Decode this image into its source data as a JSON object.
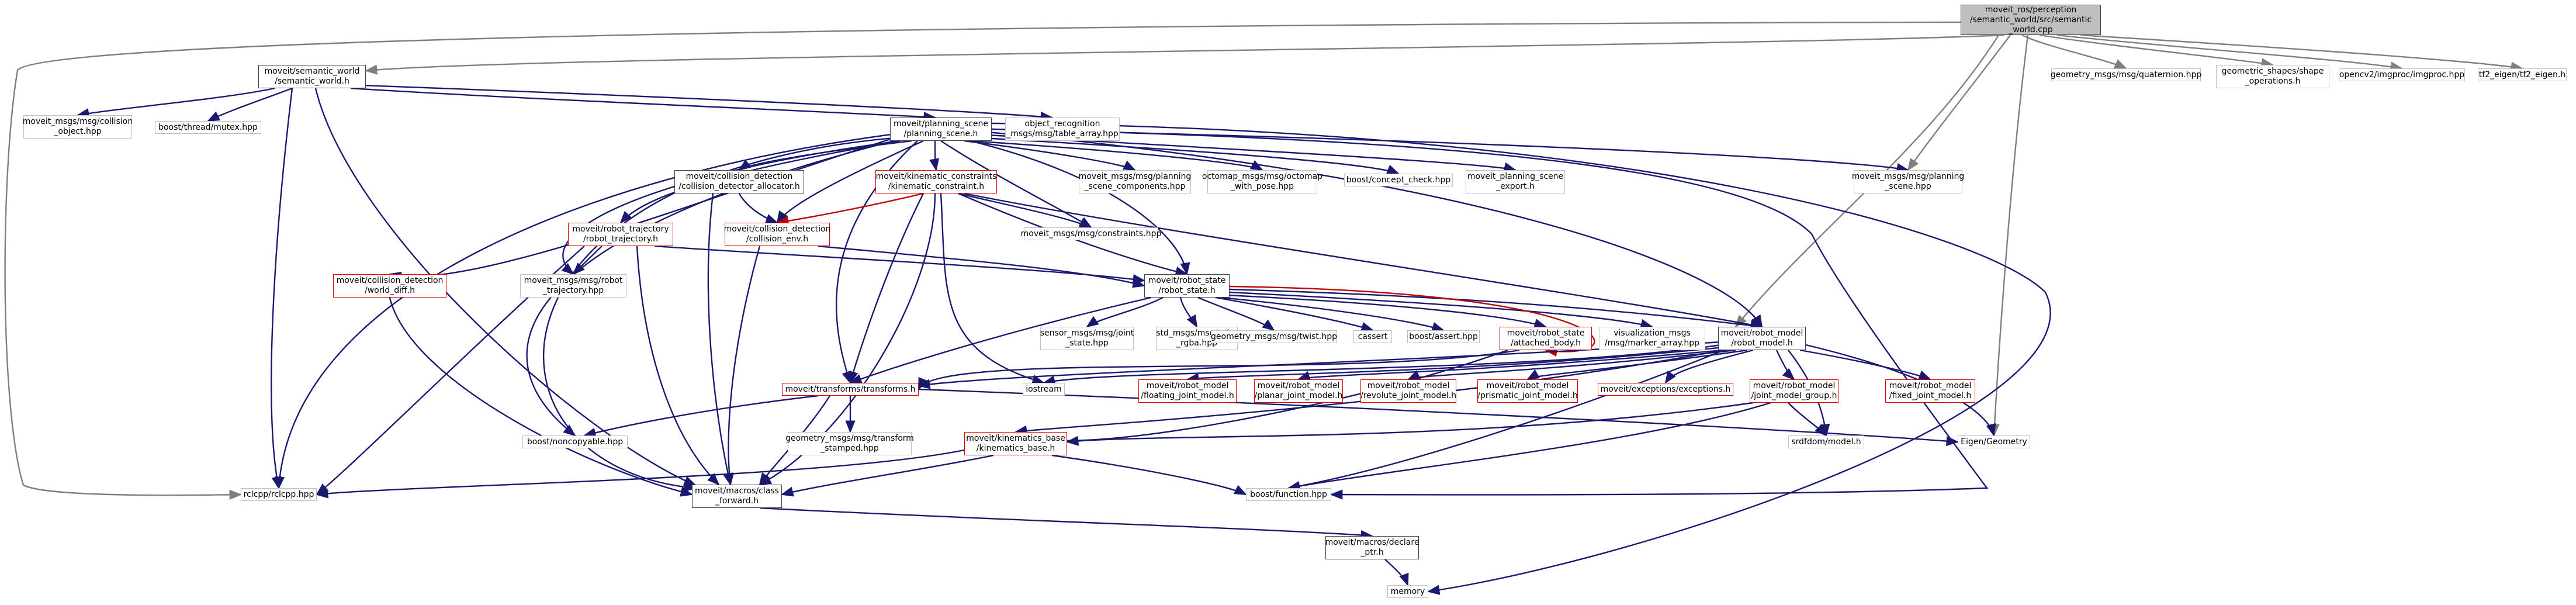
{
  "colors": {
    "edge_dependency": "#191970",
    "edge_root_gray": "#7f7f7f",
    "edge_red": "#c00000",
    "node_border_gray": "#bfbfbf",
    "node_border_red": "#e00000",
    "node_border_black": "#404040",
    "root_fill": "#bfbfbf"
  },
  "nodes": {
    "n0": "moveit_ros/perception\n/semantic_world/src/semantic\n_world.cpp",
    "n1": "moveit/semantic_world\n/semantic_world.h",
    "n2": "moveit_msgs/msg/collision\n_object.hpp",
    "n3": "boost/thread/mutex.hpp",
    "n4": "moveit/planning_scene\n/planning_scene.h",
    "n5": "object_recognition\n_msgs/msg/table_array.hpp",
    "n6": "geometry_msgs/msg/quaternion.hpp",
    "n7": "geometric_shapes/shape\n_operations.h",
    "n8": "opencv2/imgproc/imgproc.hpp",
    "n9": "tf2_eigen/tf2_eigen.h",
    "n10": "moveit/collision_detection\n/collision_detector_allocator.h",
    "n11": "moveit/kinematic_constraints\n/kinematic_constraint.h",
    "n12": "moveit_msgs/msg/planning\n_scene_components.hpp",
    "n13": "octomap_msgs/msg/octomap\n_with_pose.hpp",
    "n14": "boost/concept_check.hpp",
    "n15": "moveit_planning_scene\n_export.h",
    "n16": "moveit_msgs/msg/planning\n_scene.hpp",
    "n17": "moveit/robot_trajectory\n/robot_trajectory.h",
    "n18": "moveit/collision_detection\n/collision_env.h",
    "n19": "moveit_msgs/msg/constraints.hpp",
    "n20": "moveit/collision_detection\n/world_diff.h",
    "n21": "moveit_msgs/msg/robot\n_trajectory.hpp",
    "n22": "moveit/robot_state\n/robot_state.h",
    "n23": "sensor_msgs/msg/joint\n_state.hpp",
    "n24": "std_msgs/msg/color\n_rgba.hpp",
    "n25": "geometry_msgs/msg/twist.hpp",
    "n26": "cassert",
    "n27": "boost/assert.hpp",
    "n28": "moveit/robot_state\n/attached_body.h",
    "n29": "visualization_msgs\n/msg/marker_array.hpp",
    "n30": "moveit/robot_model\n/robot_model.h",
    "n31": "moveit/transforms/transforms.h",
    "n32": "iostream",
    "n33": "moveit/robot_model\n/floating_joint_model.h",
    "n34": "moveit/robot_model\n/planar_joint_model.h",
    "n35": "moveit/robot_model\n/revolute_joint_model.h",
    "n36": "moveit/robot_model\n/prismatic_joint_model.h",
    "n37": "moveit/exceptions/exceptions.h",
    "n38": "moveit/robot_model\n/joint_model_group.h",
    "n39": "moveit/robot_model\n/fixed_joint_model.h",
    "n40": "boost/noncopyable.hpp",
    "n41": "geometry_msgs/msg/transform\n_stamped.hpp",
    "n42": "moveit/kinematics_base\n/kinematics_base.h",
    "n43": "Eigen/Geometry",
    "n44": "srdfdom/model.h",
    "n45": "rclcpp/rclcpp.hpp",
    "n46": "moveit/macros/class\n_forward.h",
    "n47": "boost/function.hpp",
    "n48": "moveit/macros/declare\n_ptr.h",
    "n49": "memory"
  }
}
